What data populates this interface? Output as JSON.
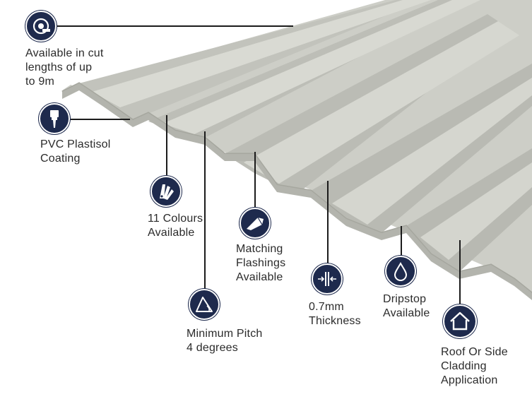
{
  "colors": {
    "icon_bg": "#1e2a4d",
    "sheet_top": "#d3d4cd",
    "sheet_valley": "#c0c1ba",
    "sheet_edge": "#a9aaa3",
    "text": "#2b2b2b"
  },
  "features": [
    {
      "id": "cut-lengths",
      "icon": "tape-measure-icon",
      "lines": [
        "Available in cut",
        "lengths of up",
        "to 9m"
      ]
    },
    {
      "id": "coating",
      "icon": "paint-brush-icon",
      "lines": [
        "PVC Plastisol",
        "Coating"
      ]
    },
    {
      "id": "colours",
      "icon": "colour-swatch-icon",
      "lines": [
        "11 Colours",
        "Available"
      ]
    },
    {
      "id": "pitch",
      "icon": "pitch-angle-icon",
      "lines": [
        "Minimum Pitch",
        "4 degrees"
      ]
    },
    {
      "id": "flashings",
      "icon": "flashing-icon",
      "lines": [
        "Matching",
        "Flashings",
        "Available"
      ]
    },
    {
      "id": "thickness",
      "icon": "thickness-icon",
      "lines": [
        "0.7mm",
        "Thickness"
      ]
    },
    {
      "id": "dripstop",
      "icon": "water-drop-icon",
      "lines": [
        "Dripstop",
        "Available"
      ]
    },
    {
      "id": "cladding",
      "icon": "house-icon",
      "lines": [
        "Roof Or Side",
        "Cladding",
        "Application"
      ]
    }
  ]
}
